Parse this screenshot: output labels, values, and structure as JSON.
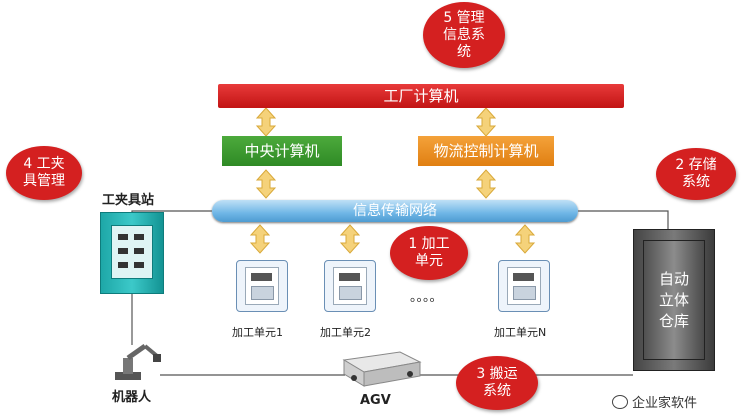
{
  "factory_computer": "工厂计算机",
  "central_computer": "中央计算机",
  "logistics_computer": "物流控制计算机",
  "network": "信息传输网络",
  "tool_station": "工夹具站",
  "warehouse": [
    "自动",
    "立体",
    "仓库"
  ],
  "units": {
    "u1": "加工单元1",
    "u2": "加工单元2",
    "un": "加工单元N",
    "dots": "。。。。"
  },
  "robot": "机器人",
  "agv": "AGV",
  "bubbles": {
    "b5": [
      "5 管理",
      "信息系",
      "统"
    ],
    "b4": [
      "4 工夹",
      "具管理"
    ],
    "b2": [
      "2 存储",
      "系统"
    ],
    "b1": [
      "1 加工",
      "单元"
    ],
    "b3": [
      "3 搬运",
      "系统"
    ]
  },
  "watermark": "企业家软件",
  "colors": {
    "red": "#d42020",
    "green": "#2f8a25",
    "orange": "#e8851a",
    "blue": "#6fb6e6",
    "arrow": "#f5d27a"
  }
}
